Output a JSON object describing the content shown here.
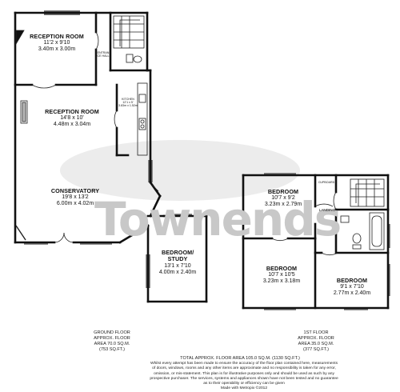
{
  "brand": {
    "watermark": "Townends",
    "watermark_color": "#c8c8c8"
  },
  "ground_floor": {
    "rooms": [
      {
        "id": "reception-1",
        "name": "RECEPTION ROOM",
        "imperial": "11'2 x 9'10",
        "metric": "3.40m x 3.00m"
      },
      {
        "id": "reception-2",
        "name": "RECEPTION ROOM",
        "imperial": "14'8 x 10'",
        "metric": "4.48m x 3.04m"
      },
      {
        "id": "conservatory",
        "name": "CONSERVATORY",
        "imperial": "19'8 x 13'2",
        "metric": "6.00m x 4.02m"
      },
      {
        "id": "bedroom-study",
        "name": "BEDROOM/ STUDY",
        "imperial": "13'1 x 7'10",
        "metric": "4.00m x 2.40m"
      }
    ],
    "entrance_hall": "ENTRANCE HALL",
    "kitchen": {
      "name": "KITCHEN",
      "imperial": "12'1 x 5'",
      "metric": "3.83m x 1.52m"
    },
    "info": [
      "GROUND FLOOR",
      "APPROX. FLOOR",
      "AREA 70.0 SQ.M.",
      "(753 SQ.FT.)"
    ]
  },
  "first_floor": {
    "rooms": [
      {
        "id": "bedroom-1",
        "name": "BEDROOM",
        "imperial": "10'7 x 9'2",
        "metric": "3.23m x 2.79m"
      },
      {
        "id": "bedroom-2",
        "name": "BEDROOM",
        "imperial": "10'7 x 10'5",
        "metric": "3.23m x 3.18m"
      },
      {
        "id": "bedroom-3",
        "name": "BEDROOM",
        "imperial": "9'1 x 7'10",
        "metric": "2.77m x 2.40m"
      }
    ],
    "cupboard": "CUPBOARD",
    "landing": "LANDING",
    "info": [
      "1ST FLOOR",
      "APPROX. FLOOR",
      "AREA 35.0 SQ.M.",
      "(377 SQ.FT.)"
    ]
  },
  "footer": {
    "total": "TOTAL APPROX. FLOOR AREA 105.0 SQ.M. (1130 SQ.FT.)",
    "disclaimer": [
      "Whilst every attempt has been made to ensure the accuracy of the floor plan contained here, measurements",
      "of doors, windows, rooms and any other items are approximate and no responsibility is taken for any error,",
      "omission, or mis-statement. This plan is for illustrative purposes only and should be used as such by any",
      "prospective purchaser. The services, systems and appliances shown have not been tested and no guarantee",
      "as to their operability or efficiency can be given"
    ],
    "credit": "Made with Metropix ©2012"
  }
}
